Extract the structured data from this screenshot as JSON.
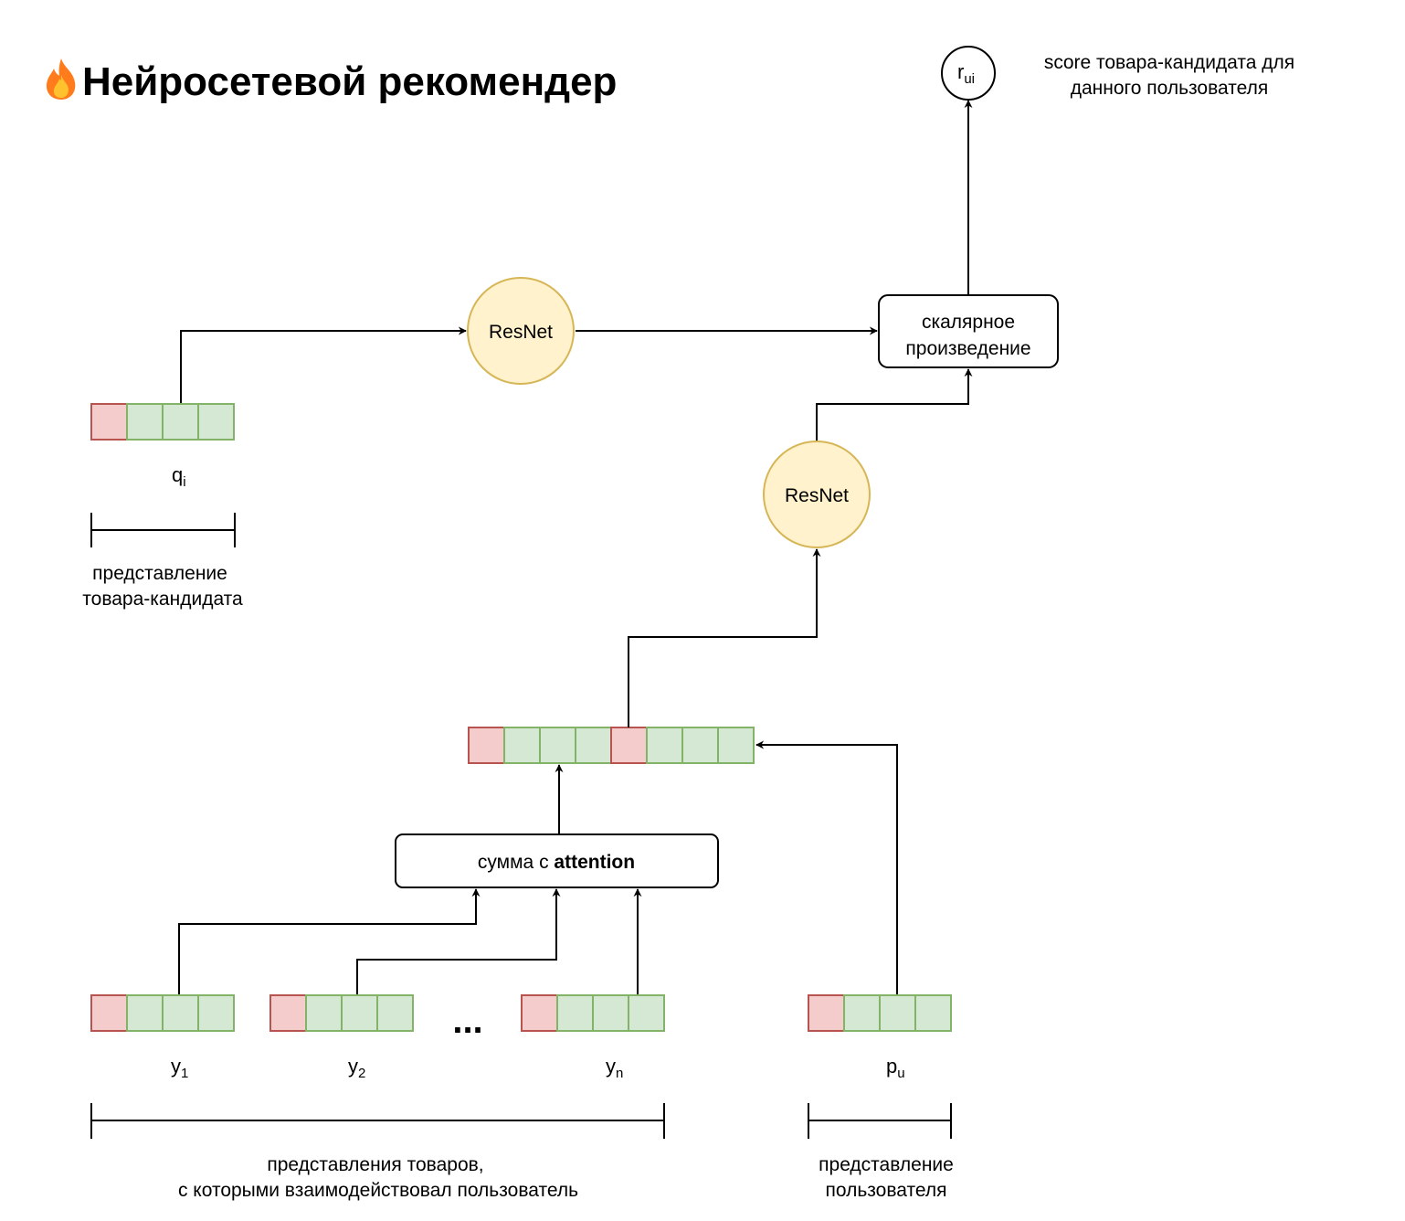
{
  "title": {
    "icon": "fire-icon",
    "text": "Нейросетевой рекомендер"
  },
  "output": {
    "symbol": "r",
    "subscript": "ui",
    "caption_line1": "score товара-кандидата для",
    "caption_line2": "данного пользователя"
  },
  "dot_product": {
    "line1": "скалярное",
    "line2": "произведение"
  },
  "resnet_item": {
    "label": "ResNet"
  },
  "resnet_user": {
    "label": "ResNet"
  },
  "attention": {
    "prefix": "сумма с ",
    "bold": "attention"
  },
  "candidate": {
    "symbol": "q",
    "subscript": "i",
    "caption_line1": "представление",
    "caption_line2": "товара-кандидата"
  },
  "history": {
    "items": [
      {
        "symbol": "y",
        "subscript": "1"
      },
      {
        "symbol": "y",
        "subscript": "2"
      },
      {
        "symbol": "y",
        "subscript": "n"
      }
    ],
    "ellipsis": "...",
    "caption_line1": "представления товаров,",
    "caption_line2": "с которыми взаимодействовал пользователь"
  },
  "user": {
    "symbol": "p",
    "subscript": "u",
    "caption_line1": "представление",
    "caption_line2": "пользователя"
  },
  "colors": {
    "vector_red_fill": "#f4cccc",
    "vector_red_stroke": "#b85450",
    "vector_green_fill": "#d5e8d4",
    "vector_green_stroke": "#82b366",
    "resnet_fill": "#fff2cc",
    "resnet_stroke": "#d6b656"
  }
}
